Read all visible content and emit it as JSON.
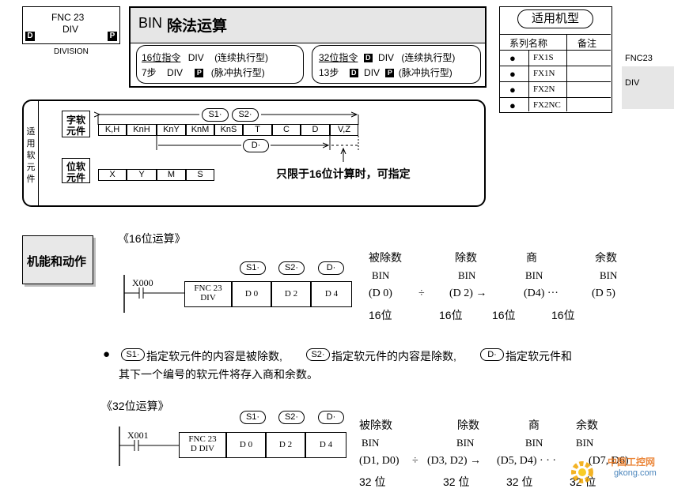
{
  "header": {
    "fnc_line1": "FNC 23",
    "fnc_line2": "DIV",
    "badge_d": "D",
    "badge_p": "P",
    "subtitle": "DIVISION",
    "title_prefix": "BIN ",
    "title_main": "除法运算",
    "cmd16_line1_a": "16位指令",
    "cmd16_line1_b": "DIV",
    "cmd16_line1_c": "(连续执行型)",
    "cmd16_line2_a": "7步",
    "cmd16_line2_b": "DIV",
    "cmd16_line2_c": "(脉冲执行型)",
    "cmd32_line1_a": "32位指令",
    "cmd32_line1_b": "DIV",
    "cmd32_line1_c": "(连续执行型)",
    "cmd32_line2_a": "13步",
    "cmd32_line2_b": "DIV",
    "cmd32_line2_c": "(脉冲执行型)"
  },
  "models": {
    "title": "适用机型",
    "col1": "系列名称",
    "col2": "备注",
    "rows": [
      "FX1S",
      "FX1N",
      "FX2N",
      "FX2NC"
    ]
  },
  "side_tab": {
    "line1": "FNC23",
    "line2": "DIV"
  },
  "devices": {
    "side_label": "适用软元件",
    "word_label_1": "字软",
    "word_label_2": "元件",
    "bit_label_1": "位软",
    "bit_label_2": "元件",
    "word_cells": [
      "K,H",
      "KnH",
      "KnY",
      "KnM",
      "KnS",
      "T",
      "C",
      "D",
      "V,Z"
    ],
    "bit_cells": [
      "X",
      "Y",
      "M",
      "S"
    ],
    "s1": "S1·",
    "s2": "S2·",
    "d": "D·",
    "note": "只限于16位计算时，可指定"
  },
  "function": {
    "label": "机能和动作",
    "sec16_title": "《16位运算》",
    "sec32_title": "《32位运算》",
    "contact16": "X000",
    "contact32": "X001",
    "instr16_a": "FNC 23",
    "instr16_b": "DIV",
    "instr32_a": "FNC 23",
    "instr32_b": "D DIV",
    "op_s1": "S1·",
    "op_s2": "S2·",
    "op_d": "D·",
    "ops16": [
      "D 0",
      "D 2",
      "D 4"
    ],
    "ops32": [
      "D 0",
      "D 2",
      "D 4"
    ],
    "heads": [
      "被除数",
      "除数",
      "商",
      "余数"
    ],
    "bin": "BIN",
    "expr16": [
      "(D 0)",
      "÷",
      "(D 2) →",
      "(D4) ···",
      "(D 5)"
    ],
    "bits16": "16位",
    "expr32": [
      "(D1, D0)",
      "÷",
      "(D3, D2) →",
      "(D5, D4) · · ·",
      "(D7, D6)"
    ],
    "bits32": "32 位",
    "bullet_s1": "S1·",
    "bullet_t1": "指定软元件的内容是被除数,",
    "bullet_s2": "S2·",
    "bullet_t2": "指定软元件的内容是除数,",
    "bullet_d": "D·",
    "bullet_t3": "指定软元件和",
    "bullet_line2": "其下一个编号的软元件将存入商和余数。"
  },
  "watermark": {
    "line1": "中国工控网",
    "line2": "gkong.com"
  }
}
